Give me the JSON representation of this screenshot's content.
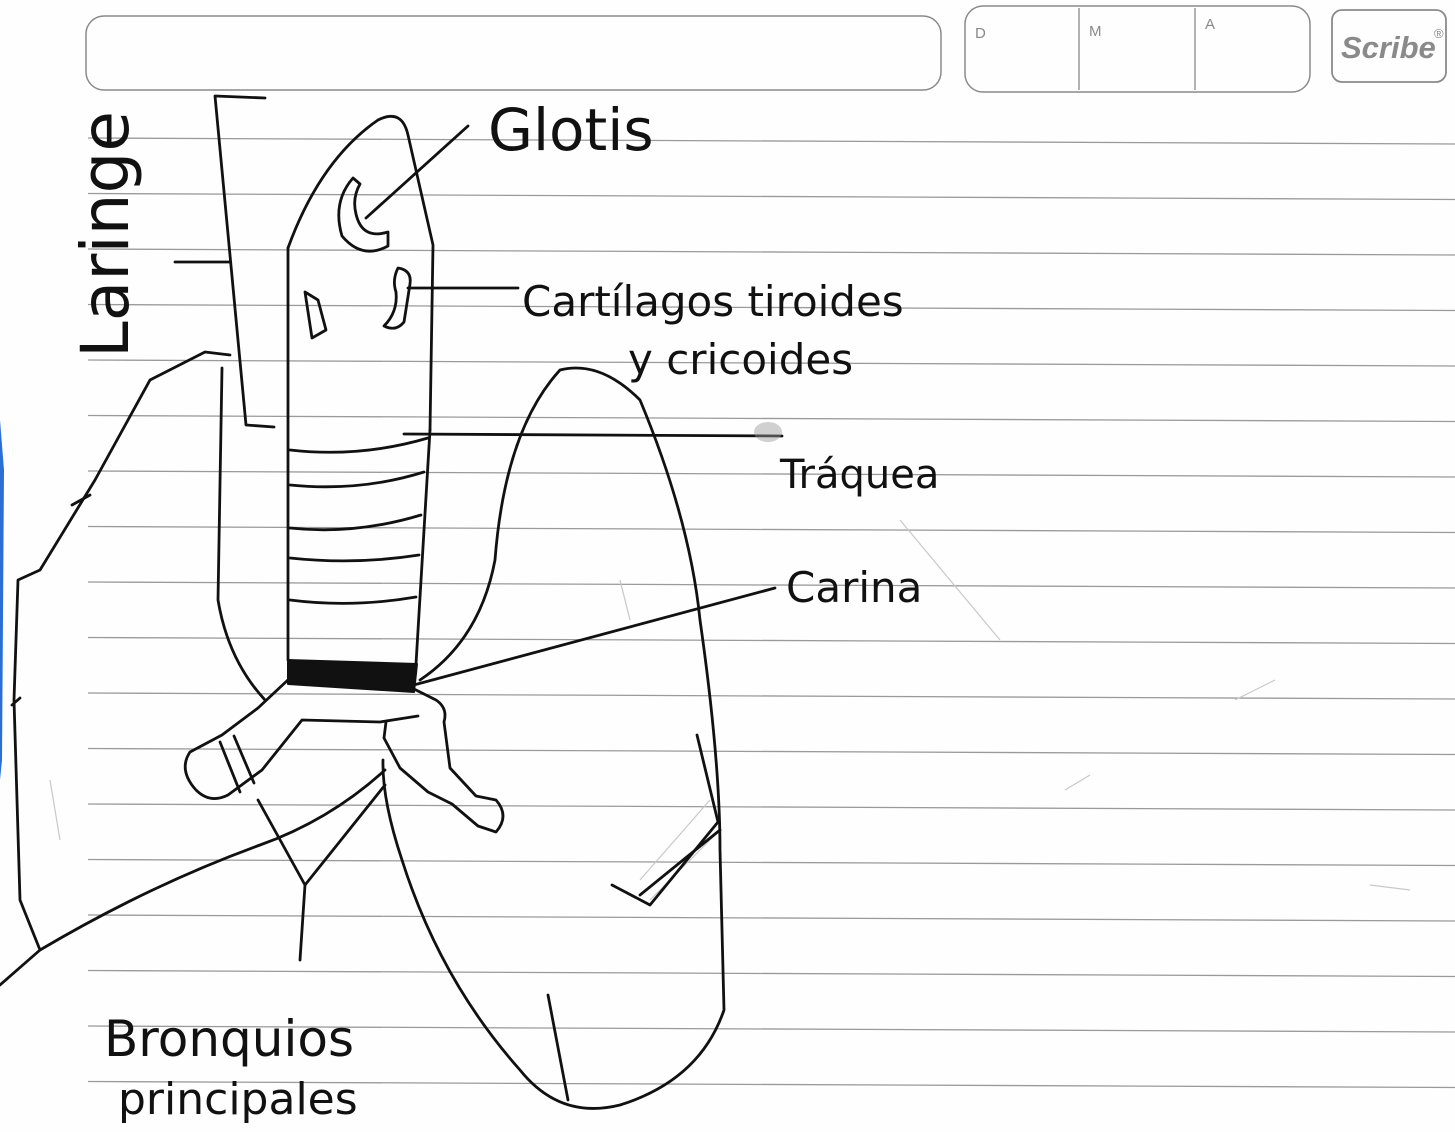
{
  "header": {
    "date_labels": [
      "D",
      "M",
      "A"
    ],
    "brand": "Scribe",
    "brand_mark": "®"
  },
  "labels": {
    "laringe": "Laringe",
    "glotis": "Glotis",
    "cartilagos_line1": "Cartílagos tiroides",
    "cartilagos_line2": "y cricoides",
    "traquea": "Tráquea",
    "carina": "Carina",
    "bronquios_line1": "Bronquios",
    "bronquios_line2": "principales"
  },
  "colors": {
    "ink": "#111111",
    "ruling": "#9a9a9a",
    "paper": "#fefefe",
    "blue_edge": "#2a6fd6"
  }
}
